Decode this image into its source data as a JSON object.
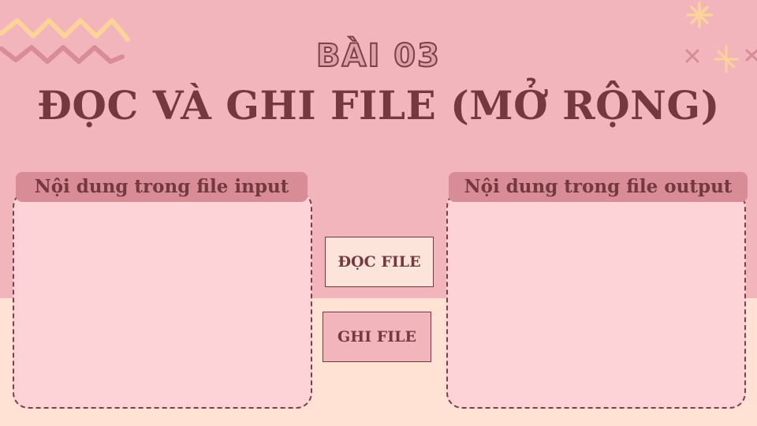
{
  "header": {
    "lesson_label": "BÀI 03",
    "title": "ĐỌC VÀ GHI FILE (MỞ RỘNG)"
  },
  "panels": {
    "input": {
      "label": "Nội dung trong file input",
      "content": ""
    },
    "output": {
      "label": "Nội dung trong file output",
      "content": ""
    }
  },
  "actions": {
    "read_label": "ĐỌC FILE",
    "write_label": "GHI FILE"
  },
  "decorations": {
    "zigzags": [
      "zigzag-yellow-icon",
      "zigzag-pink-icon"
    ],
    "stars": [
      "sparkle-star-icon",
      "cross-icon"
    ]
  },
  "colors": {
    "top_background": "#f1b5bb",
    "bottom_background": "#ffe2d3",
    "title_text": "#74383f",
    "panel_fill": "#fdd3d8",
    "tab_fill": "#d88c96",
    "accent_yellow": "#fdd39a"
  }
}
